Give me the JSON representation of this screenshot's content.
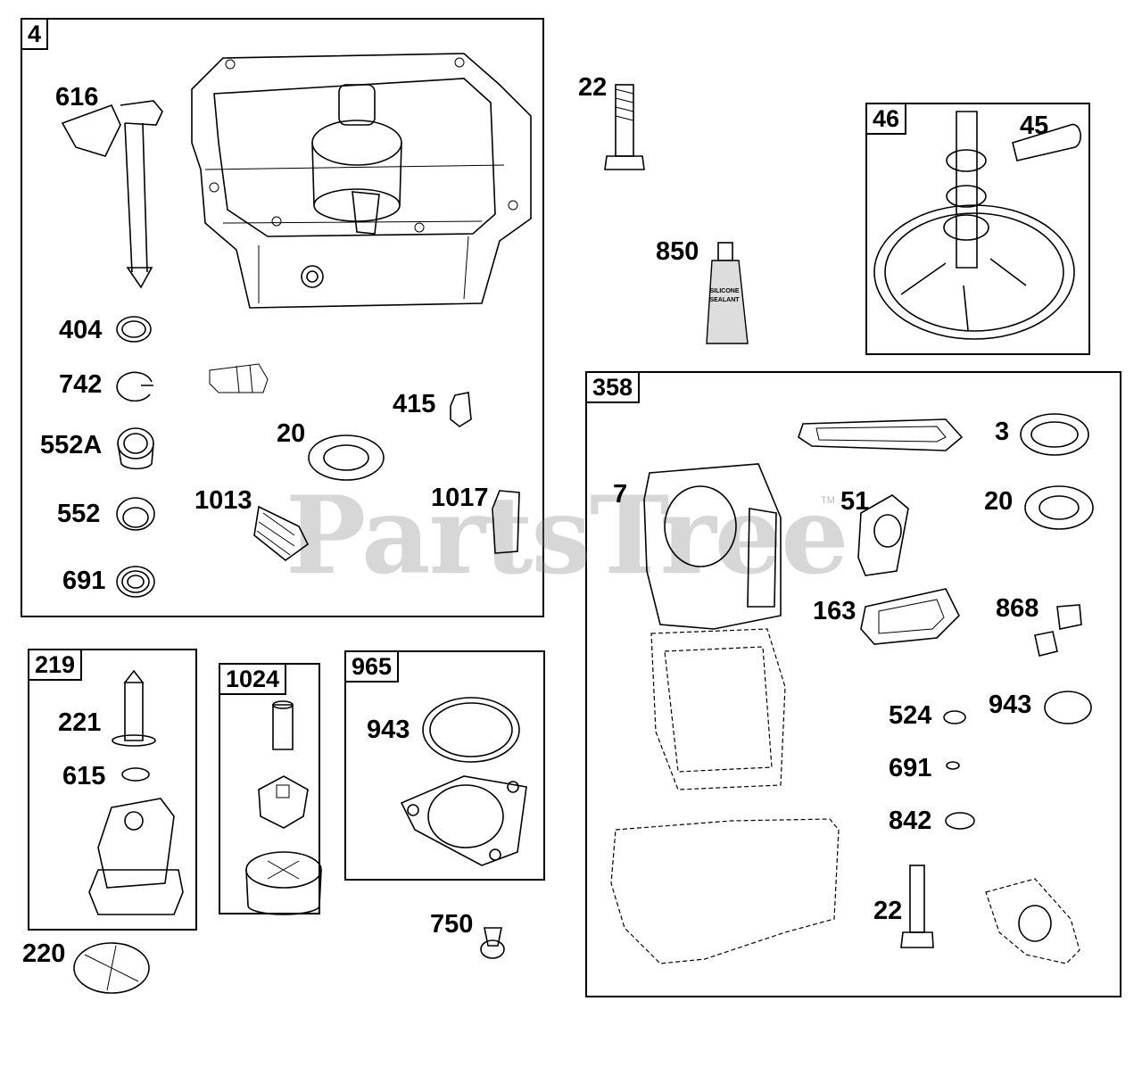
{
  "watermark": "PartsTree",
  "trademark": "TM",
  "groups": {
    "g4": "4",
    "g46": "46",
    "g358": "358",
    "g219": "219",
    "g1024": "1024",
    "g965": "965"
  },
  "labels": {
    "l616": "616",
    "l404": "404",
    "l742": "742",
    "l552a": "552A",
    "l552": "552",
    "l691a": "691",
    "l415": "415",
    "l20a": "20",
    "l1013": "1013",
    "l1017": "1017",
    "l22a": "22",
    "l850": "850",
    "l45": "45",
    "l3": "3",
    "l7": "7",
    "l51": "51",
    "l20b": "20",
    "l163": "163",
    "l868": "868",
    "l524": "524",
    "l943b": "943",
    "l691b": "691",
    "l842": "842",
    "l22b": "22",
    "l221": "221",
    "l615": "615",
    "l220": "220",
    "l943a": "943",
    "l750": "750"
  },
  "tube_text": [
    "SILICONE",
    "SEALANT"
  ]
}
